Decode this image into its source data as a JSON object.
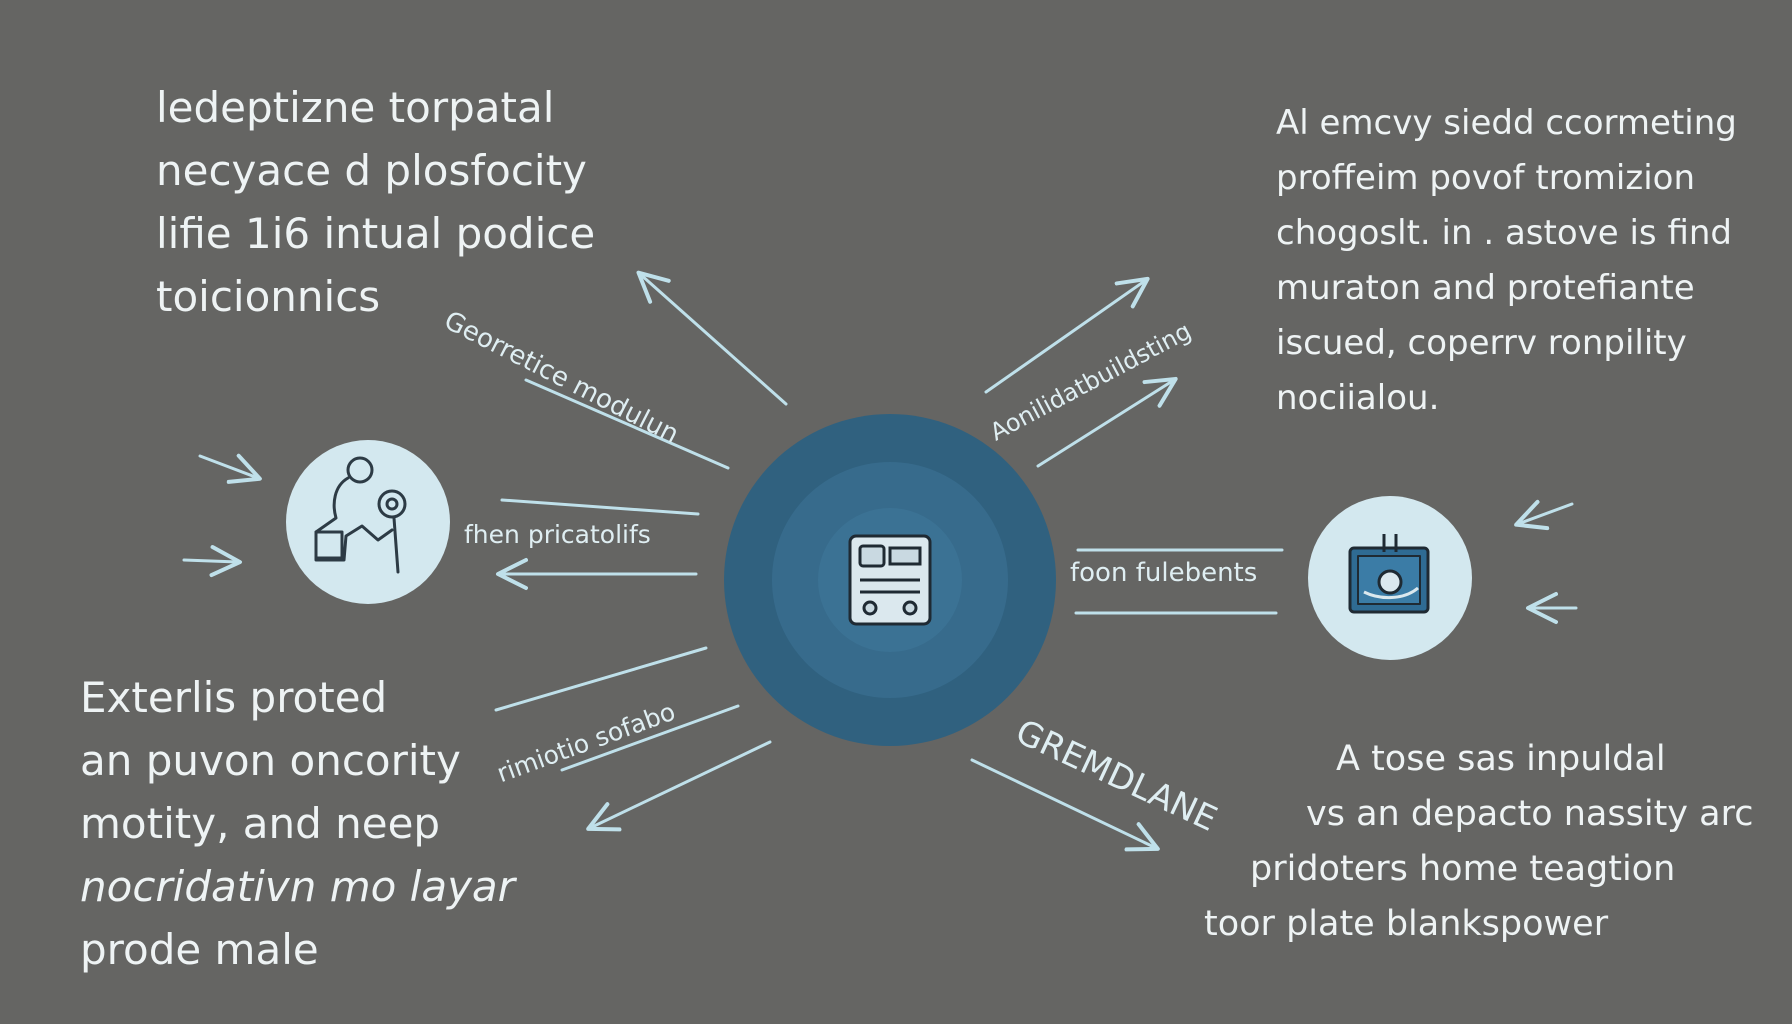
{
  "blocks": {
    "top_left": [
      "ledeptizne torpatal",
      "necyace d plosfocity",
      "lifie 1i6 intual podice",
      "toicionnics"
    ],
    "top_right": [
      "Al emcvy siedd ccormeting",
      "proffeim povof tromizion",
      "chogoslt. in . astove is find",
      "muraton and protefiante",
      "iscued, coperrv ronpility",
      "nociialou."
    ],
    "bottom_left": [
      "Exterlis proted",
      "an puvon oncority",
      "motity, and neep",
      "nocridativn mo layar",
      "prode male"
    ],
    "bottom_right": [
      "A tose sas inpuldal",
      "vs an depacto nassity arc",
      "pridoters home teagtion",
      "toor plate blankspower"
    ]
  },
  "arrow_labels": {
    "modulation": "Georretice modulun",
    "privacy": "fhen pricatolifs",
    "building": "Aonilidatbuildsting",
    "foon": "foon fulebents",
    "solution": "rimiotio sofabo",
    "gremdlane": "GREMDLANE"
  },
  "icons": {
    "center": "document-panel-icon",
    "left": "person-gear-icon",
    "right": "monitor-robot-icon"
  },
  "colors": {
    "background": "#656563",
    "hub_outer": "#30617f",
    "hub_inner": "#3a6f90",
    "satellite": "#d3e8ef",
    "arrow": "#bfe0ea",
    "text": "#eef3f4"
  }
}
